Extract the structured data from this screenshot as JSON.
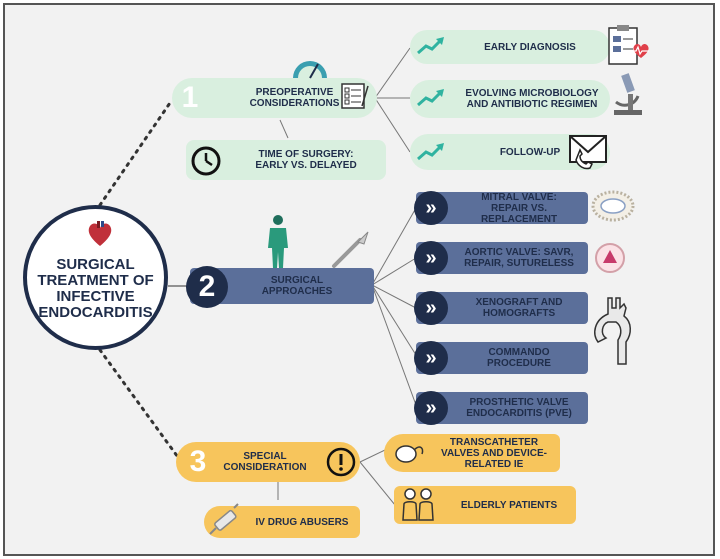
{
  "center": {
    "title": "SURGICAL TREATMENT OF INFECTIVE ENDOCARDITIS"
  },
  "branch1": {
    "number": "1",
    "title": "PREOPERATIVE CONSIDERATIONS",
    "sub": "TIME OF SURGERY: EARLY VS. DELAYED",
    "items": [
      "EARLY DIAGNOSIS",
      "EVOLVING MICROBIOLOGY AND ANTIBIOTIC REGIMEN",
      "FOLLOW-UP"
    ]
  },
  "branch2": {
    "number": "2",
    "title": "SURGICAL APPROACHES",
    "items": [
      "MITRAL VALVE: REPAIR VS. REPLACEMENT",
      "AORTIC VALVE: SAVR, REPAIR, SUTURELESS",
      "XENOGRAFT AND HOMOGRAFTS",
      "COMMANDO PROCEDURE",
      "PROSTHETIC VALVE ENDOCARDITIS (PVE)"
    ]
  },
  "branch3": {
    "number": "3",
    "title": "SPECIAL CONSIDERATION",
    "items": [
      "TRANSCATHETER VALVES AND DEVICE-RELATED IE",
      "ELDERLY PATIENTS",
      "IV DRUG ABUSERS"
    ]
  },
  "colors": {
    "navy": "#1f2d4a",
    "green": "#d9efdf",
    "blue": "#5b6f9a",
    "yellow": "#f7c55c"
  }
}
